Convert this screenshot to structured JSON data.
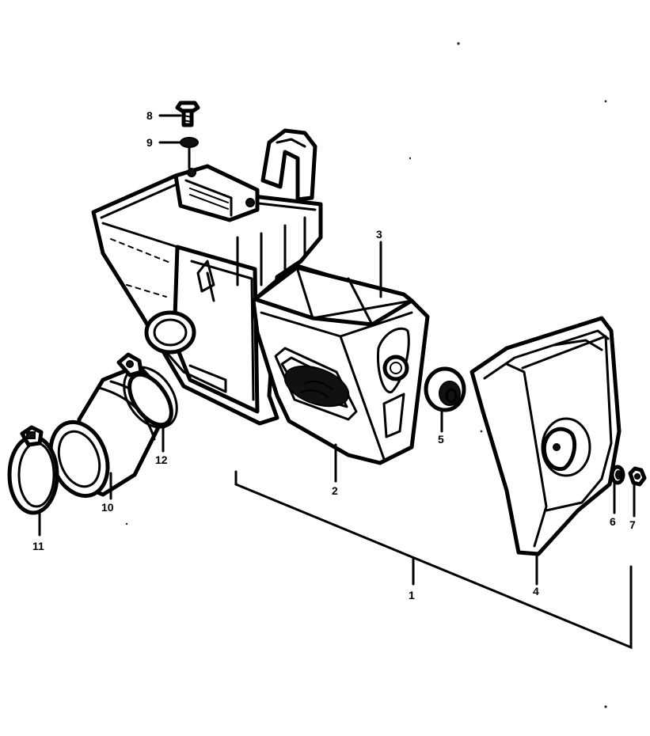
{
  "colors": {
    "ink": "#000000",
    "paper": "#ffffff"
  },
  "callouts": {
    "c1": "1",
    "c2": "2",
    "c3": "3",
    "c4": "4",
    "c5": "5",
    "c6": "6",
    "c7": "7",
    "c8": "8",
    "c9": "9",
    "c10": "10",
    "c11": "11",
    "c12": "12"
  }
}
